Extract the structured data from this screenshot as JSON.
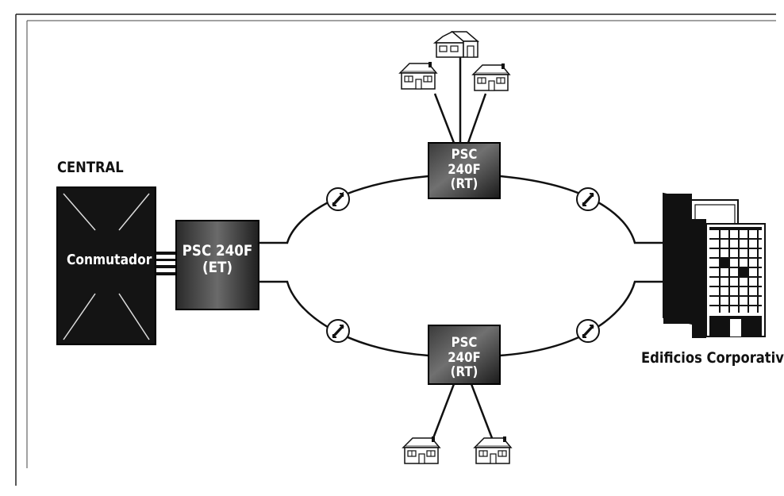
{
  "labels": {
    "central": "CENTRAL",
    "switch": "Conmutador",
    "corporate": "Edificios Corporativ"
  },
  "nodes": {
    "et": {
      "line1": "PSC 240F",
      "line2": "(ET)"
    },
    "rt_top": {
      "line1": "PSC 240F",
      "line2": "(RT)"
    },
    "rt_bottom": {
      "line1": "PSC 240F",
      "line2": "(RT)"
    }
  },
  "icons": {
    "regenerator": "bidirectional-arrows-circle-icon",
    "house": "house-icon",
    "building": "office-building-icon"
  },
  "colors": {
    "box_dark": "#1c1c1c",
    "box_mid": "#6a6a6a",
    "line": "#111111"
  }
}
